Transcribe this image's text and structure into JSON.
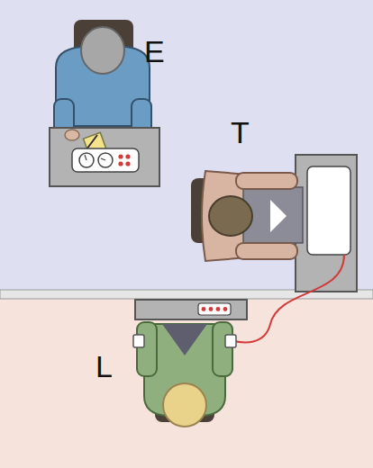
{
  "diagram": {
    "labels": [
      "E",
      "T",
      "L"
    ]
  }
}
